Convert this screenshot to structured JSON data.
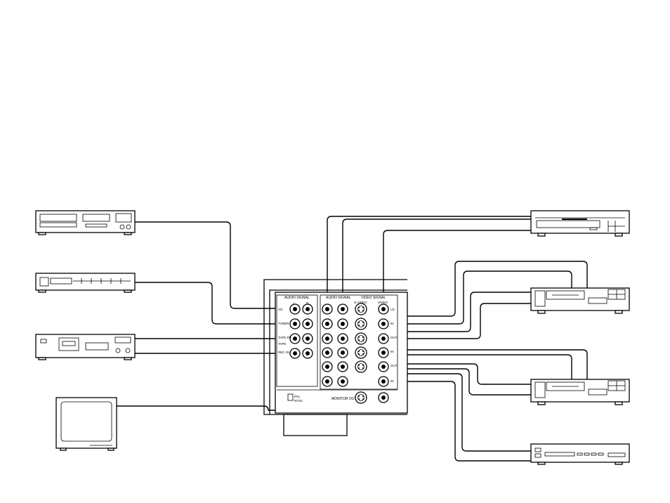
{
  "receiver": {
    "audio_signal_header": "AUDIO SIGNAL",
    "audio_in_header": "AUDIO SIGNAL",
    "video_signal_header": "VIDEO SIGNAL",
    "svideo_label": "S-VIDEO",
    "video_label": "VIDEO",
    "left_symbol": "L",
    "right_symbol": "R",
    "audio_row_labels": [
      "CD",
      "TUNER",
      "TAPE PB",
      "TAPE",
      "REC OUT"
    ],
    "video_row_labels": [
      "LD",
      "IN",
      "OUT",
      "IN",
      "OUT",
      "IN"
    ],
    "monitor_out_label": "MONITOR OUT",
    "pal_label": "PAL",
    "ntsc_label": "NTSC"
  }
}
